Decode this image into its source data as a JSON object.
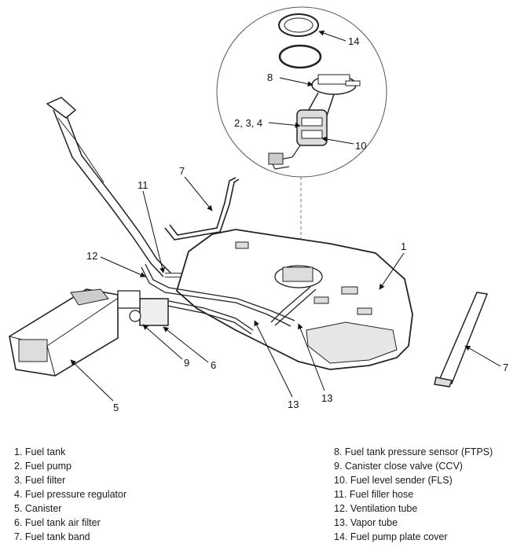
{
  "callouts": {
    "c1": "1",
    "c2_3_4": "2, 3, 4",
    "c5": "5",
    "c6": "6",
    "c7_top": "7",
    "c7_right": "7",
    "c8": "8",
    "c9": "9",
    "c10": "10",
    "c11": "11",
    "c12": "12",
    "c13_left": "13",
    "c13_right": "13",
    "c14": "14"
  },
  "legend": {
    "left": [
      "1. Fuel tank",
      "2. Fuel pump",
      "3. Fuel filter",
      "4. Fuel pressure regulator",
      "5. Canister",
      "6. Fuel tank air filter",
      "7. Fuel tank band"
    ],
    "right": [
      "8. Fuel tank pressure sensor (FTPS)",
      "9. Canister close valve (CCV)",
      "10. Fuel level sender (FLS)",
      "11. Fuel filler hose",
      "12. Ventilation tube",
      "13. Vapor tube",
      "14. Fuel pump plate cover"
    ]
  }
}
